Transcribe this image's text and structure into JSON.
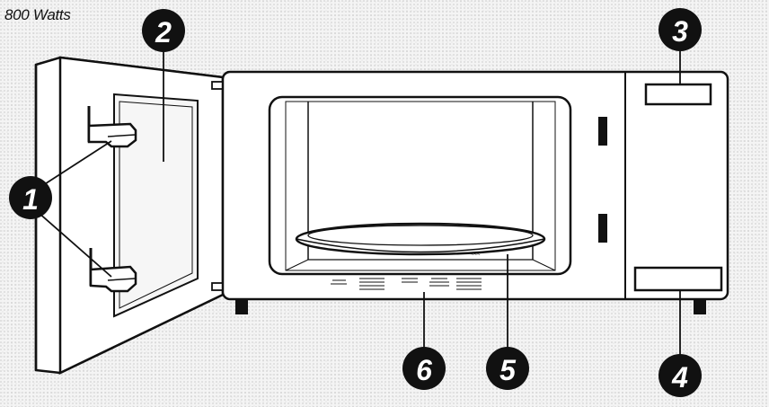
{
  "caption": "800 Watts",
  "callouts": {
    "door_latches": "1",
    "door_window": "2",
    "display": "3",
    "control_panel": "4",
    "turntable": "5",
    "vent": "6"
  },
  "colors": {
    "ink": "#111111",
    "fill": "#ffffff",
    "background": "#f4f4f4"
  }
}
